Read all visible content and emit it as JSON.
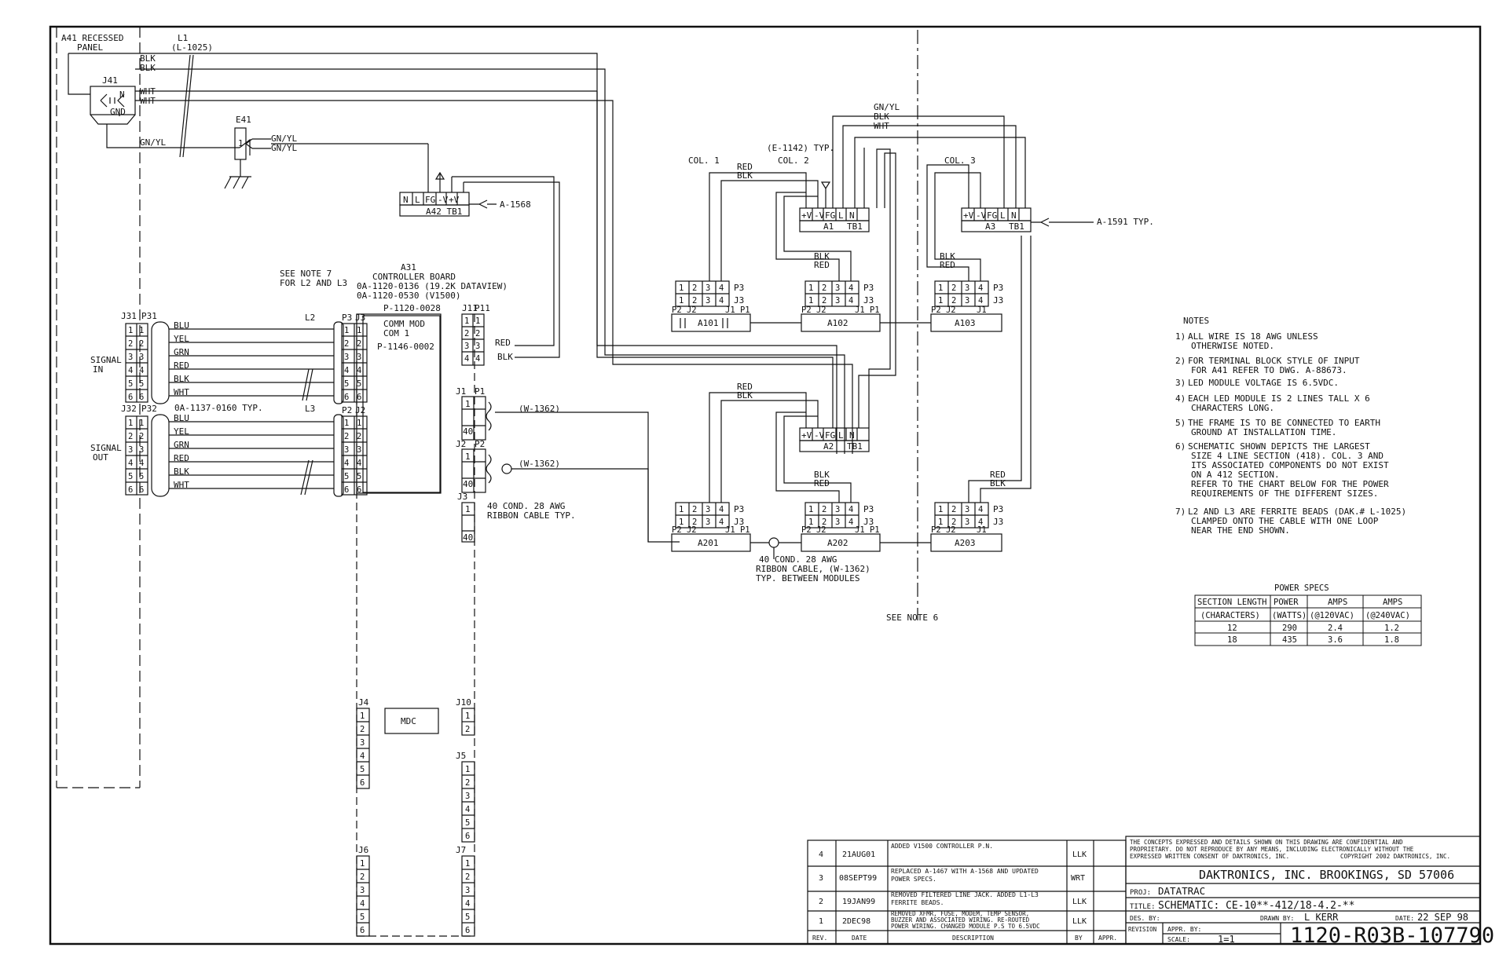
{
  "panel": {
    "title1": "A41 RECESSED",
    "title2": "PANEL"
  },
  "l1": {
    "label": "L1",
    "part": "(L-1025)"
  },
  "j41": {
    "label": "J41",
    "n": "N",
    "gnd": "GND"
  },
  "e41": {
    "label": "E41",
    "pin": "1"
  },
  "wires": {
    "blk": "BLK",
    "wht": "WHT",
    "gnyl": "GN/YL",
    "red": "RED",
    "blu": "BLU",
    "yel": "YEL",
    "grn": "GRN"
  },
  "tb_a42": {
    "terms": [
      "N",
      "L",
      "FG",
      "-V",
      "+V"
    ],
    "label": "A42  TB1",
    "ref": "A-1568"
  },
  "tb_mod": {
    "terms": [
      "+V",
      "-V",
      "FG",
      "L",
      "N"
    ],
    "a1": "A1",
    "a2": "A2",
    "a3": "A3",
    "tb": "TB1"
  },
  "col_labels": {
    "col1": "COL. 1",
    "col2": "COL. 2",
    "col3": "COL. 3",
    "e1142": "(E-1142) TYP.",
    "a1591": "A-1591 TYP."
  },
  "see_note7": [
    "SEE NOTE 7",
    "FOR L2 AND L3"
  ],
  "controller": {
    "a31": "A31",
    "name": "CONTROLLER BOARD",
    "pn1": "0A-1120-0136 (19.2K DATAVIEW)",
    "pn2": "0A-1120-0530 (V1500)",
    "pn3": "P-1120-0028",
    "comm1": "COMM MOD",
    "comm2": "COM 1",
    "comm3": "P-1146-0002",
    "mdc": "MDC"
  },
  "signal_in": {
    "l1": "SIGNAL",
    "l2": "IN",
    "j": "J31",
    "p": "P31",
    "l": "L2",
    "cable": "0A-1137-0160 TYP."
  },
  "signal_out": {
    "l1": "SIGNAL",
    "l2": "OUT",
    "j": "J32",
    "p": "P32",
    "l": "L3"
  },
  "conn_labels": {
    "p3": "P3",
    "j3": "J3",
    "p2": "P2",
    "j2": "J2",
    "j11": "J11",
    "p11": "P11",
    "j1": "J1",
    "p1": "P1",
    "j4": "J4",
    "j5": "J5",
    "j6": "J6",
    "j7": "J7",
    "j10": "J10",
    "n1": "1",
    "n40": "40"
  },
  "signal_colors": [
    "BLU",
    "YEL",
    "GRN",
    "RED",
    "BLK",
    "WHT"
  ],
  "ribbon": {
    "w1362": "(W-1362)",
    "cable_typ1": "40 COND. 28 AWG",
    "cable_typ2": "RIBBON CABLE TYP.",
    "mid1": "40 COND. 28 AWG",
    "mid2": "RIBBON CABLE, (W-1362)",
    "mid3": "TYP. BETWEEN MODULES"
  },
  "modules": [
    "A101",
    "A102",
    "A103",
    "A201",
    "A202",
    "A203"
  ],
  "see_note6": "SEE NOTE 6",
  "notes": {
    "title": "NOTES",
    "items": [
      {
        "num": "1)",
        "lines": [
          "ALL WIRE IS 18 AWG UNLESS",
          "OTHERWISE NOTED."
        ]
      },
      {
        "num": "2)",
        "lines": [
          "FOR TERMINAL BLOCK STYLE OF INPUT",
          "FOR A41 REFER TO DWG. A-88673."
        ]
      },
      {
        "num": "3)",
        "lines": [
          "LED MODULE VOLTAGE IS 6.5VDC."
        ]
      },
      {
        "num": "4)",
        "lines": [
          "EACH LED MODULE IS 2 LINES TALL X 6",
          "CHARACTERS LONG."
        ]
      },
      {
        "num": "5)",
        "lines": [
          "THE FRAME IS TO BE CONNECTED TO EARTH",
          "GROUND AT INSTALLATION TIME."
        ]
      },
      {
        "num": "6)",
        "lines": [
          "SCHEMATIC SHOWN DEPICTS THE LARGEST",
          "SIZE 4 LINE SECTION (418). COL. 3 AND",
          "ITS ASSOCIATED COMPONENTS DO NOT EXIST",
          "ON A 412 SECTION.",
          "REFER TO THE CHART BELOW FOR THE POWER",
          "REQUIREMENTS OF THE DIFFERENT SIZES."
        ]
      },
      {
        "num": "7)",
        "lines": [
          "L2 AND L3 ARE FERRITE BEADS (DAK.# L-1025)",
          "CLAMPED ONTO THE CABLE WITH ONE LOOP",
          "NEAR THE END SHOWN."
        ]
      }
    ]
  },
  "power_specs": {
    "title": "POWER SPECS",
    "headers1": [
      "SECTION LENGTH",
      "POWER",
      "AMPS",
      "AMPS"
    ],
    "headers2": [
      "(CHARACTERS)",
      "(WATTS)",
      "(@120VAC)",
      "(@240VAC)"
    ],
    "rows": [
      [
        "12",
        "290",
        "2.4",
        "1.2"
      ],
      [
        "18",
        "435",
        "3.6",
        "1.8"
      ]
    ]
  },
  "revisions": {
    "rows": [
      {
        "rev": "4",
        "date": "21AUG01",
        "desc": [
          "ADDED V1500 CONTROLLER P.N."
        ],
        "by": "LLK"
      },
      {
        "rev": "3",
        "date": "08SEPT99",
        "desc": [
          "REPLACED A-1467 WITH A-1568 AND UPDATED",
          "POWER SPECS."
        ],
        "by": "WRT"
      },
      {
        "rev": "2",
        "date": "19JAN99",
        "desc": [
          "REMOVED FILTERED LINE JACK. ADDED L1-L3",
          "FERRITE BEADS."
        ],
        "by": "LLK"
      },
      {
        "rev": "1",
        "date": "2DEC98",
        "desc": [
          "REMOVED XFMR, FUSE, MODEM, TEMP SENSOR,",
          "BUZZER AND ASSOCIATED WIRING. RE-ROUTED",
          "POWER WIRING. CHANGED MODULE P.S TO 6.5VDC"
        ],
        "by": "LLK"
      }
    ],
    "headers": [
      "REV.",
      "DATE",
      "DESCRIPTION",
      "BY",
      "APPR."
    ]
  },
  "title_block": {
    "conf1": "THE CONCEPTS EXPRESSED AND DETAILS SHOWN ON THIS DRAWING ARE CONFIDENTIAL AND",
    "conf2": "PROPRIETARY.  DO NOT REPRODUCE BY ANY MEANS, INCLUDING ELECTRONICALLY WITHOUT THE",
    "conf3": "EXPRESSED WRITTEN CONSENT OF DAKTRONICS, INC.",
    "copyright": "COPYRIGHT 2002 DAKTRONICS, INC.",
    "company": "DAKTRONICS, INC.   BROOKINGS, SD 57006",
    "proj_label": "PROJ:",
    "proj": "DATATRAC",
    "title_label": "TITLE:",
    "title": "SCHEMATIC: CE-10**-412/18-4.2-**",
    "des_label": "DES. BY:",
    "drawn_label": "DRAWN BY:",
    "drawn": "L KERR",
    "date_label": "DATE:",
    "date": "22 SEP 98",
    "revision_label": "REVISION",
    "appr_label": "APPR. BY:",
    "scale_label": "SCALE:",
    "scale": "1=1",
    "dwg": "1120-R03B-107790"
  }
}
